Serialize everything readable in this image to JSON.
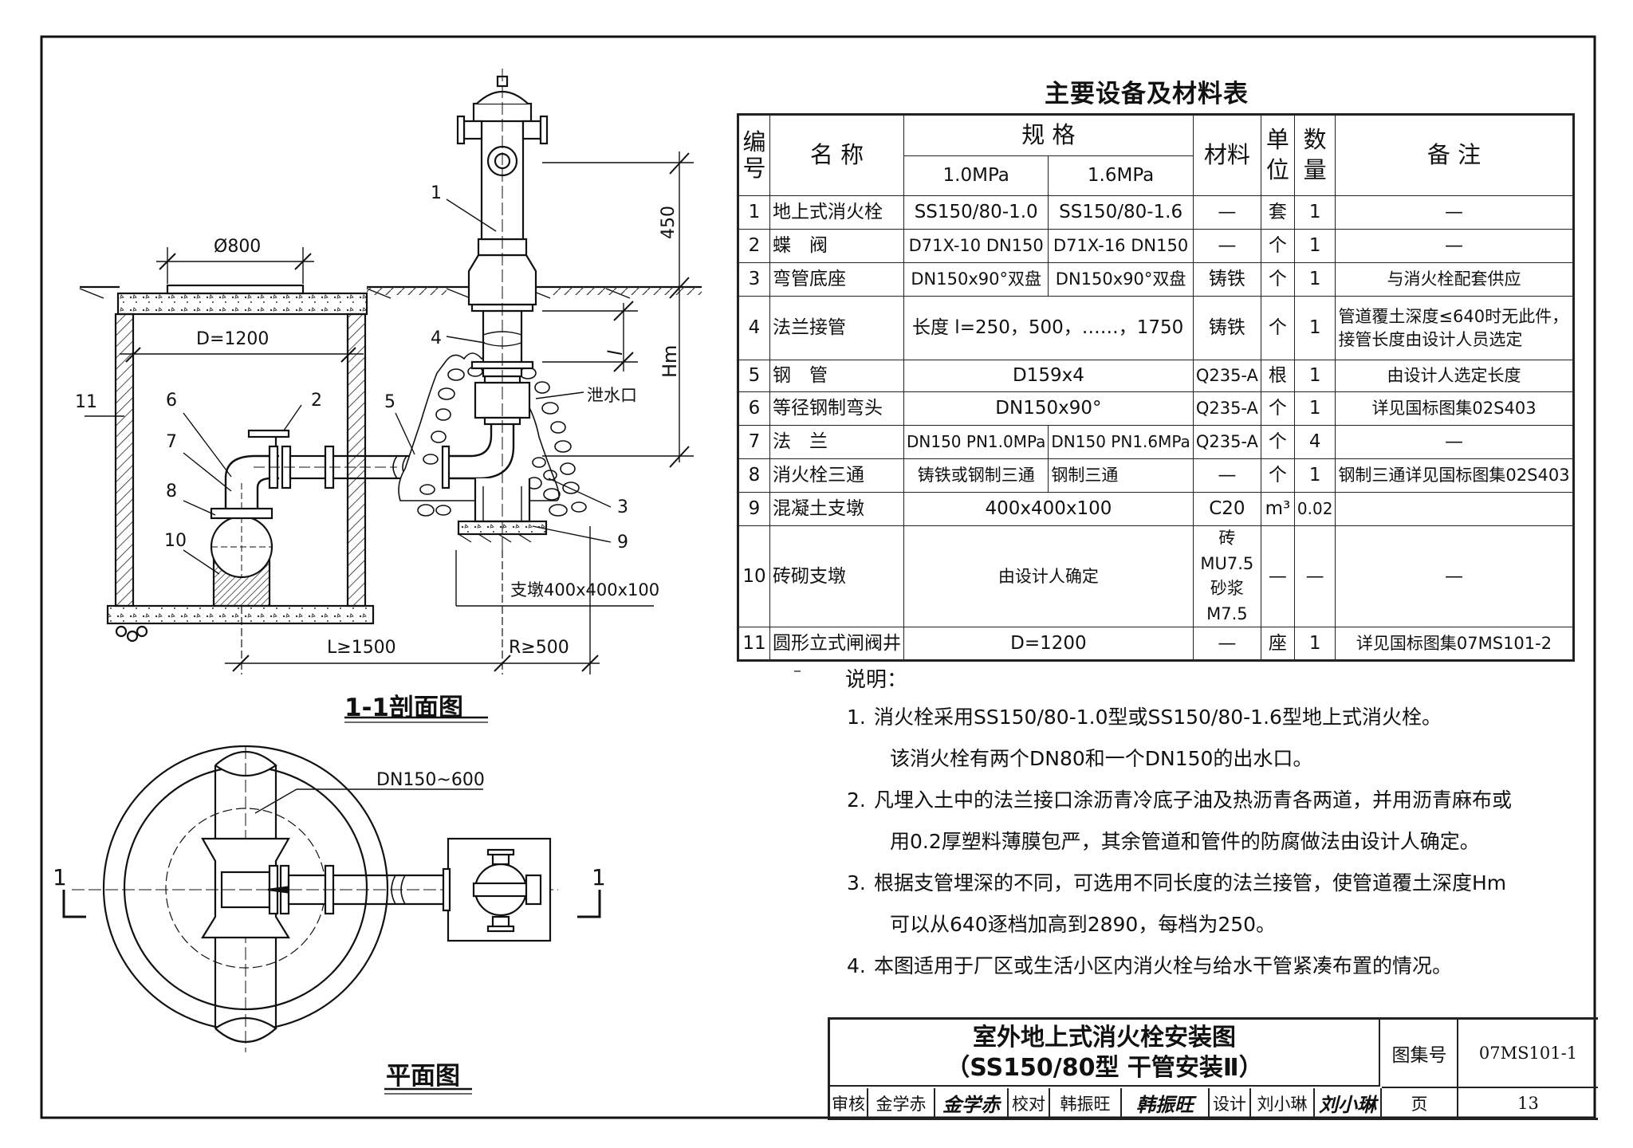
{
  "section_view": {
    "title": "1-1剖面图",
    "dim_diameter": "Ø800",
    "dim_well": "D=1200",
    "dim_top": "450",
    "dim_hm": "Hm",
    "dim_l": "l",
    "dim_L": "L≥1500",
    "dim_R": "R≥500",
    "label_drain": "泄水口",
    "label_pier": "支墩400x400x100",
    "callouts": [
      "1",
      "2",
      "3",
      "4",
      "5",
      "6",
      "7",
      "8",
      "9",
      "10",
      "11"
    ]
  },
  "plan_view": {
    "title": "平面图",
    "pipe_label": "DN150~600",
    "section_mark": "1"
  },
  "materials": {
    "title": "主要设备及材料表",
    "headers": {
      "no": "编号",
      "name": "名 称",
      "spec": "规 格",
      "spec_1": "1.0MPa",
      "spec_2": "1.6MPa",
      "material": "材料",
      "unit": "单位",
      "qty": "数量",
      "remark": "备 注"
    },
    "rows": [
      {
        "no": "1",
        "name": "地上式消火栓",
        "s1": "SS150/80-1.0",
        "s2": "SS150/80-1.6",
        "mat": "—",
        "unit": "套",
        "qty": "1",
        "remark": "—"
      },
      {
        "no": "2",
        "name": "蝶　阀",
        "s1": "D71X-10 DN150",
        "s2": "D71X-16 DN150",
        "mat": "—",
        "unit": "个",
        "qty": "1",
        "remark": "—"
      },
      {
        "no": "3",
        "name": "弯管底座",
        "s1": "DN150x90°双盘",
        "s2": "DN150x90°双盘",
        "mat": "铸铁",
        "unit": "个",
        "qty": "1",
        "remark": "与消火栓配套供应"
      },
      {
        "no": "4",
        "name": "法兰接管",
        "spec": "长度 l=250，500，……，1750",
        "mat": "铸铁",
        "unit": "个",
        "qty": "1",
        "remark": "管道覆土深度≤640时无此件，接管长度由设计人员选定"
      },
      {
        "no": "5",
        "name": "钢　管",
        "spec": "D159x4",
        "mat": "Q235-A",
        "unit": "根",
        "qty": "1",
        "remark": "由设计人选定长度"
      },
      {
        "no": "6",
        "name": "等径钢制弯头",
        "spec": "DN150x90°",
        "mat": "Q235-A",
        "unit": "个",
        "qty": "1",
        "remark": "详见国标图集02S403"
      },
      {
        "no": "7",
        "name": "法　兰",
        "s1": "DN150 PN1.0MPa",
        "s2": "DN150 PN1.6MPa",
        "mat": "Q235-A",
        "unit": "个",
        "qty": "4",
        "remark": "—"
      },
      {
        "no": "8",
        "name": "消火栓三通",
        "s1": "铸铁或钢制三通",
        "s2": "钢制三通",
        "mat": "—",
        "unit": "个",
        "qty": "1",
        "remark": "钢制三通详见国标图集02S403"
      },
      {
        "no": "9",
        "name": "混凝土支墩",
        "spec": "400x400x100",
        "mat": "C20",
        "unit": "m³",
        "qty": "0.02",
        "remark": ""
      },
      {
        "no": "10",
        "name": "砖砌支墩",
        "spec": "由设计人确定",
        "mat": "砖MU7.5 砂浆M7.5",
        "unit": "—",
        "qty": "—",
        "remark": "—"
      },
      {
        "no": "11",
        "name": "圆形立式闸阀井",
        "spec": "D=1200",
        "mat": "—",
        "unit": "座",
        "qty": "1",
        "remark": "详见国标图集07MS101-2"
      }
    ]
  },
  "notes": {
    "title": "说明：",
    "items": [
      {
        "num": "1.",
        "line1": "消火栓采用SS150/80-1.0型或SS150/80-1.6型地上式消火栓。",
        "line2": "该消火栓有两个DN80和一个DN150的出水口。"
      },
      {
        "num": "2.",
        "line1": "凡埋入土中的法兰接口涂沥青冷底子油及热沥青各两道，并用沥青麻布或",
        "line2": "用0.2厚塑料薄膜包严，其余管道和管件的防腐做法由设计人确定。"
      },
      {
        "num": "3.",
        "line1": "根据支管埋深的不同，可选用不同长度的法兰接管，使管道覆土深度Hm",
        "line2": "可以从640逐档加高到2890，每档为250。"
      },
      {
        "num": "4.",
        "line1": "本图适用于厂区或生活小区内消火栓与给水干管紧凑布置的情况。",
        "line2": ""
      }
    ]
  },
  "title_block": {
    "title_line1": "室外地上式消火栓安装图",
    "title_line2": "（SS150/80型  干管安装Ⅱ）",
    "atlas_label": "图集号",
    "atlas_no": "07MS101-1",
    "review_label": "审核",
    "reviewer": "金学赤",
    "reviewer_sig": "金学赤",
    "check_label": "校对",
    "checker": "韩振旺",
    "checker_sig": "韩振旺",
    "design_label": "设计",
    "designer": "刘小琳",
    "designer_sig": "刘小琳",
    "page_label": "页",
    "page_no": "13"
  }
}
